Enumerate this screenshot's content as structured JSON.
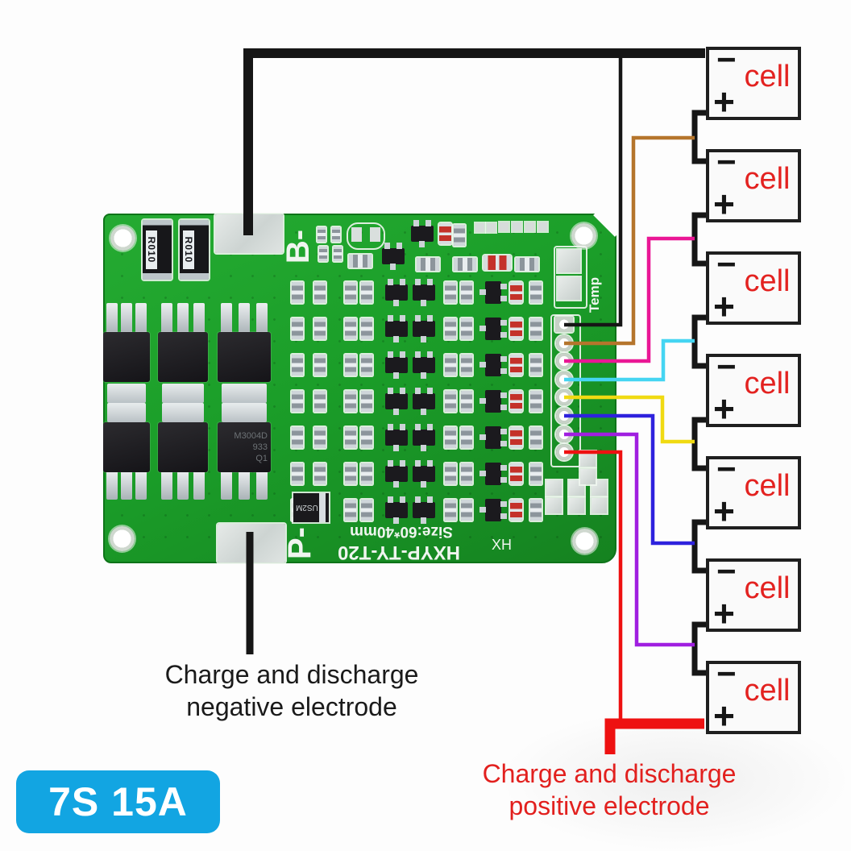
{
  "badge": {
    "label": "7S 15A",
    "bg": "#12a5e2",
    "fg": "#ffffff"
  },
  "annotations": {
    "negative_label": {
      "line1": "Charge and discharge",
      "line2": "negative electrode"
    },
    "positive_label": {
      "line1": "Charge and discharge",
      "line2": "positive electrode"
    }
  },
  "pcb": {
    "silkscreen": {
      "b_minus": "B-",
      "p_minus": "P-",
      "temp": "Temp",
      "size": "Size:60*40mm",
      "model": "HXYP-TY-T20",
      "xh": "XH"
    },
    "components": {
      "shunt_resistor": "R010",
      "diode": "US2M",
      "mosfet_marking": [
        "M3004D",
        "933",
        "Q1"
      ]
    },
    "colors": {
      "board_green": "#1b9e29",
      "silkscreen_white": "#eff5ef",
      "pad_silver": "#d3dad3"
    }
  },
  "battery": {
    "cell_count": 7,
    "cell_label": "cell",
    "minus_symbol": "−",
    "plus_symbol": "+",
    "cell_text_color": "#e32220"
  },
  "wires": {
    "pack_negative": {
      "color": "#161616"
    },
    "pack_positive": {
      "color": "#ee1111"
    },
    "balance_wires": [
      {
        "name": "b-minus-sense",
        "color": "#161616"
      },
      {
        "name": "cell1-positive-sense",
        "color": "#b5752c"
      },
      {
        "name": "cell2-positive-sense",
        "color": "#ea1795"
      },
      {
        "name": "cell3-positive-sense",
        "color": "#45d5f2"
      },
      {
        "name": "cell4-positive-sense",
        "color": "#f0da12"
      },
      {
        "name": "cell5-positive-sense",
        "color": "#2e22dd"
      },
      {
        "name": "cell6-positive-sense",
        "color": "#a01fe0"
      },
      {
        "name": "cell7-positive-sense",
        "color": "#ee1111"
      }
    ]
  }
}
